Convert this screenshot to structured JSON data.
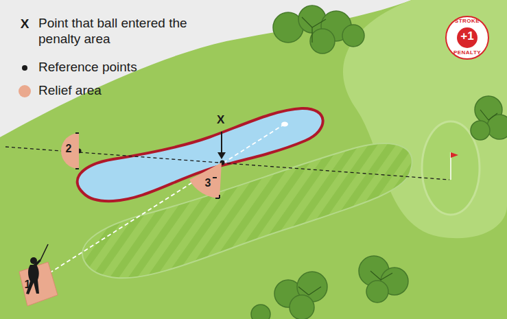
{
  "diagram": {
    "nodes": [
      {
        "text": [
          "STROKE",
          "+1",
          "PENALTY"
        ]
      },
      {
        "text": [
          "1"
        ]
      },
      {
        "text": [
          "2"
        ]
      },
      {
        "text": [
          "3"
        ]
      }
    ],
    "labels": [
      "X",
      "X"
    ],
    "legend": [
      {
        "text": "Point that ball entered the penalty area"
      },
      {
        "text": "Reference points",
        "color": "#1a1a1a"
      },
      {
        "text": "Relief area",
        "color": "#eaa98e"
      }
    ]
  }
}
